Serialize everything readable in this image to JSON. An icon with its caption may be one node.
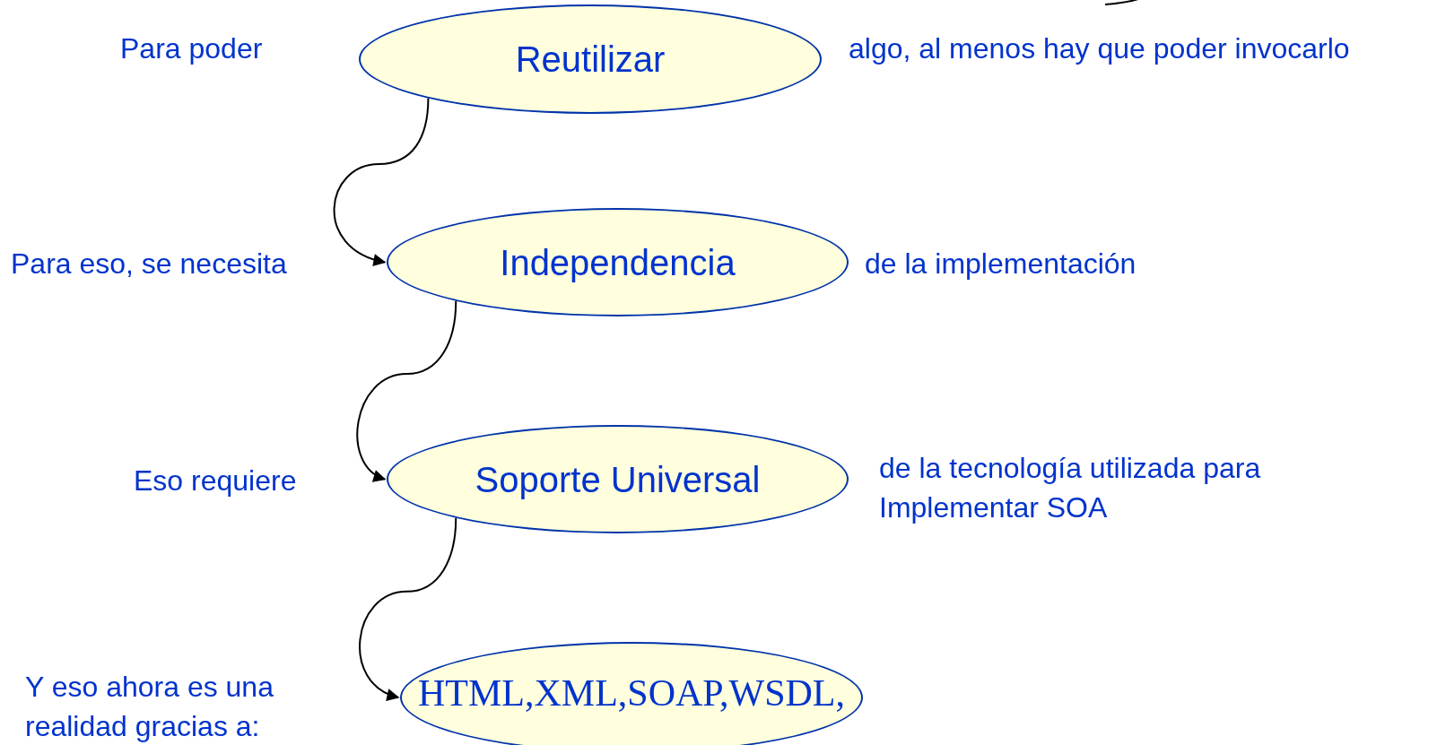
{
  "diagram": {
    "nodes": [
      {
        "text": [
          "Reutilizar"
        ],
        "beside": [
          "Para poder",
          "algo, al menos hay que poder invocarlo"
        ]
      },
      {
        "text": [
          "Independencia"
        ],
        "beside": [
          "Para eso, se necesita",
          "de la implementación"
        ]
      },
      {
        "text": [
          "Soporte Universal"
        ],
        "beside": [
          "Eso requiere",
          "de la tecnología utilizada para Implementar SOA"
        ]
      },
      {
        "text": [
          "HTML,XML,SOAP,WSDL,"
        ]
      }
    ],
    "edges": [
      {
        "from": 0,
        "to": 1,
        "arrow": "to"
      },
      {
        "from": 1,
        "to": 2,
        "arrow": "to"
      },
      {
        "from": 2,
        "to": 3,
        "arrow": "to"
      }
    ],
    "labels": [
      "Y eso ahora es una realidad gracias a:"
    ]
  }
}
